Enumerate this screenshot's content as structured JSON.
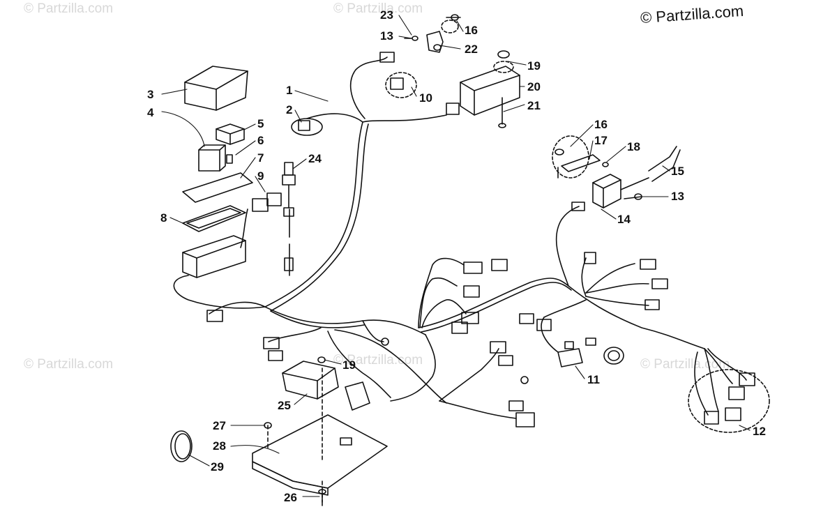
{
  "watermark": {
    "main": "© Partzilla.com",
    "faint": "© Partzilla.com"
  },
  "callouts": [
    "1",
    "2",
    "3",
    "4",
    "5",
    "6",
    "7",
    "8",
    "9",
    "10",
    "11",
    "12",
    "13",
    "13",
    "14",
    "15",
    "16",
    "16",
    "17",
    "18",
    "19",
    "19",
    "20",
    "21",
    "22",
    "23",
    "24",
    "25",
    "26",
    "27",
    "28",
    "29"
  ]
}
